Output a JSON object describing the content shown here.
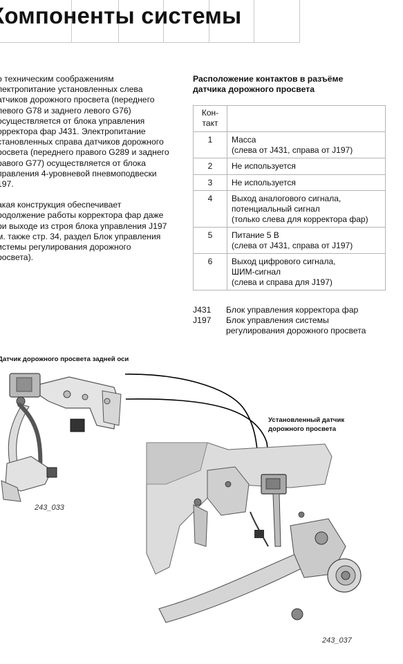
{
  "header": {
    "title": "Компоненты системы"
  },
  "left_text": {
    "paragraph_1": "о техническим соображениям\nлектропитание установленных слева\nатчиков дорожного просвета (переднего\nлевого G78 и заднего левого G76)\nосуществляется от блока управления\nорректора фар J431. Электропитание\nстановленных справа датчиков дорожного\nросвета (переднего правого G289 и заднего\nравого G77) осуществляется от блока\nправления 4-уровневой пневмоподвески\n197.",
    "paragraph_2": "акая конструкция обеспечивает\nродолжение работы корректора фар даже\nри выходе из строя блока управления J197\nм. также стр. 34, раздел Блок управления\nистемы регулирования дорожного\nросвета)."
  },
  "pin_table": {
    "title": "Расположение контактов в разъёме\nдатчика дорожного просвета",
    "header_contact": "Кон-\nтакт",
    "header_description": "",
    "rows": [
      {
        "num": "1",
        "desc": "Масса\n(слева от J431, справа от J197)"
      },
      {
        "num": "2",
        "desc": "Не используется"
      },
      {
        "num": "3",
        "desc": "Не используется"
      },
      {
        "num": "4",
        "desc": "Выход аналогового сигнала,\nпотенциальный сигнал\n(только слева для корректора фар)"
      },
      {
        "num": "5",
        "desc": "Питание 5 В\n(слева от J431, справа от J197)"
      },
      {
        "num": "6",
        "desc": "Выход цифрового сигнала,\nШИМ-сигнал\n(слева и справа для J197)"
      }
    ]
  },
  "legend": [
    {
      "code": "J431",
      "text": "Блок управления корректора фар"
    },
    {
      "code": "J197",
      "text": "Блок управления системы\nрегулирования дорожного просвета"
    }
  ],
  "figures": {
    "rear_sensor_caption": "Датчик дорожного просвета задней оси",
    "rear_sensor_id": "243_033",
    "installed_caption": "Установленный датчик\nдорожного просвета",
    "installed_id": "243_037"
  }
}
